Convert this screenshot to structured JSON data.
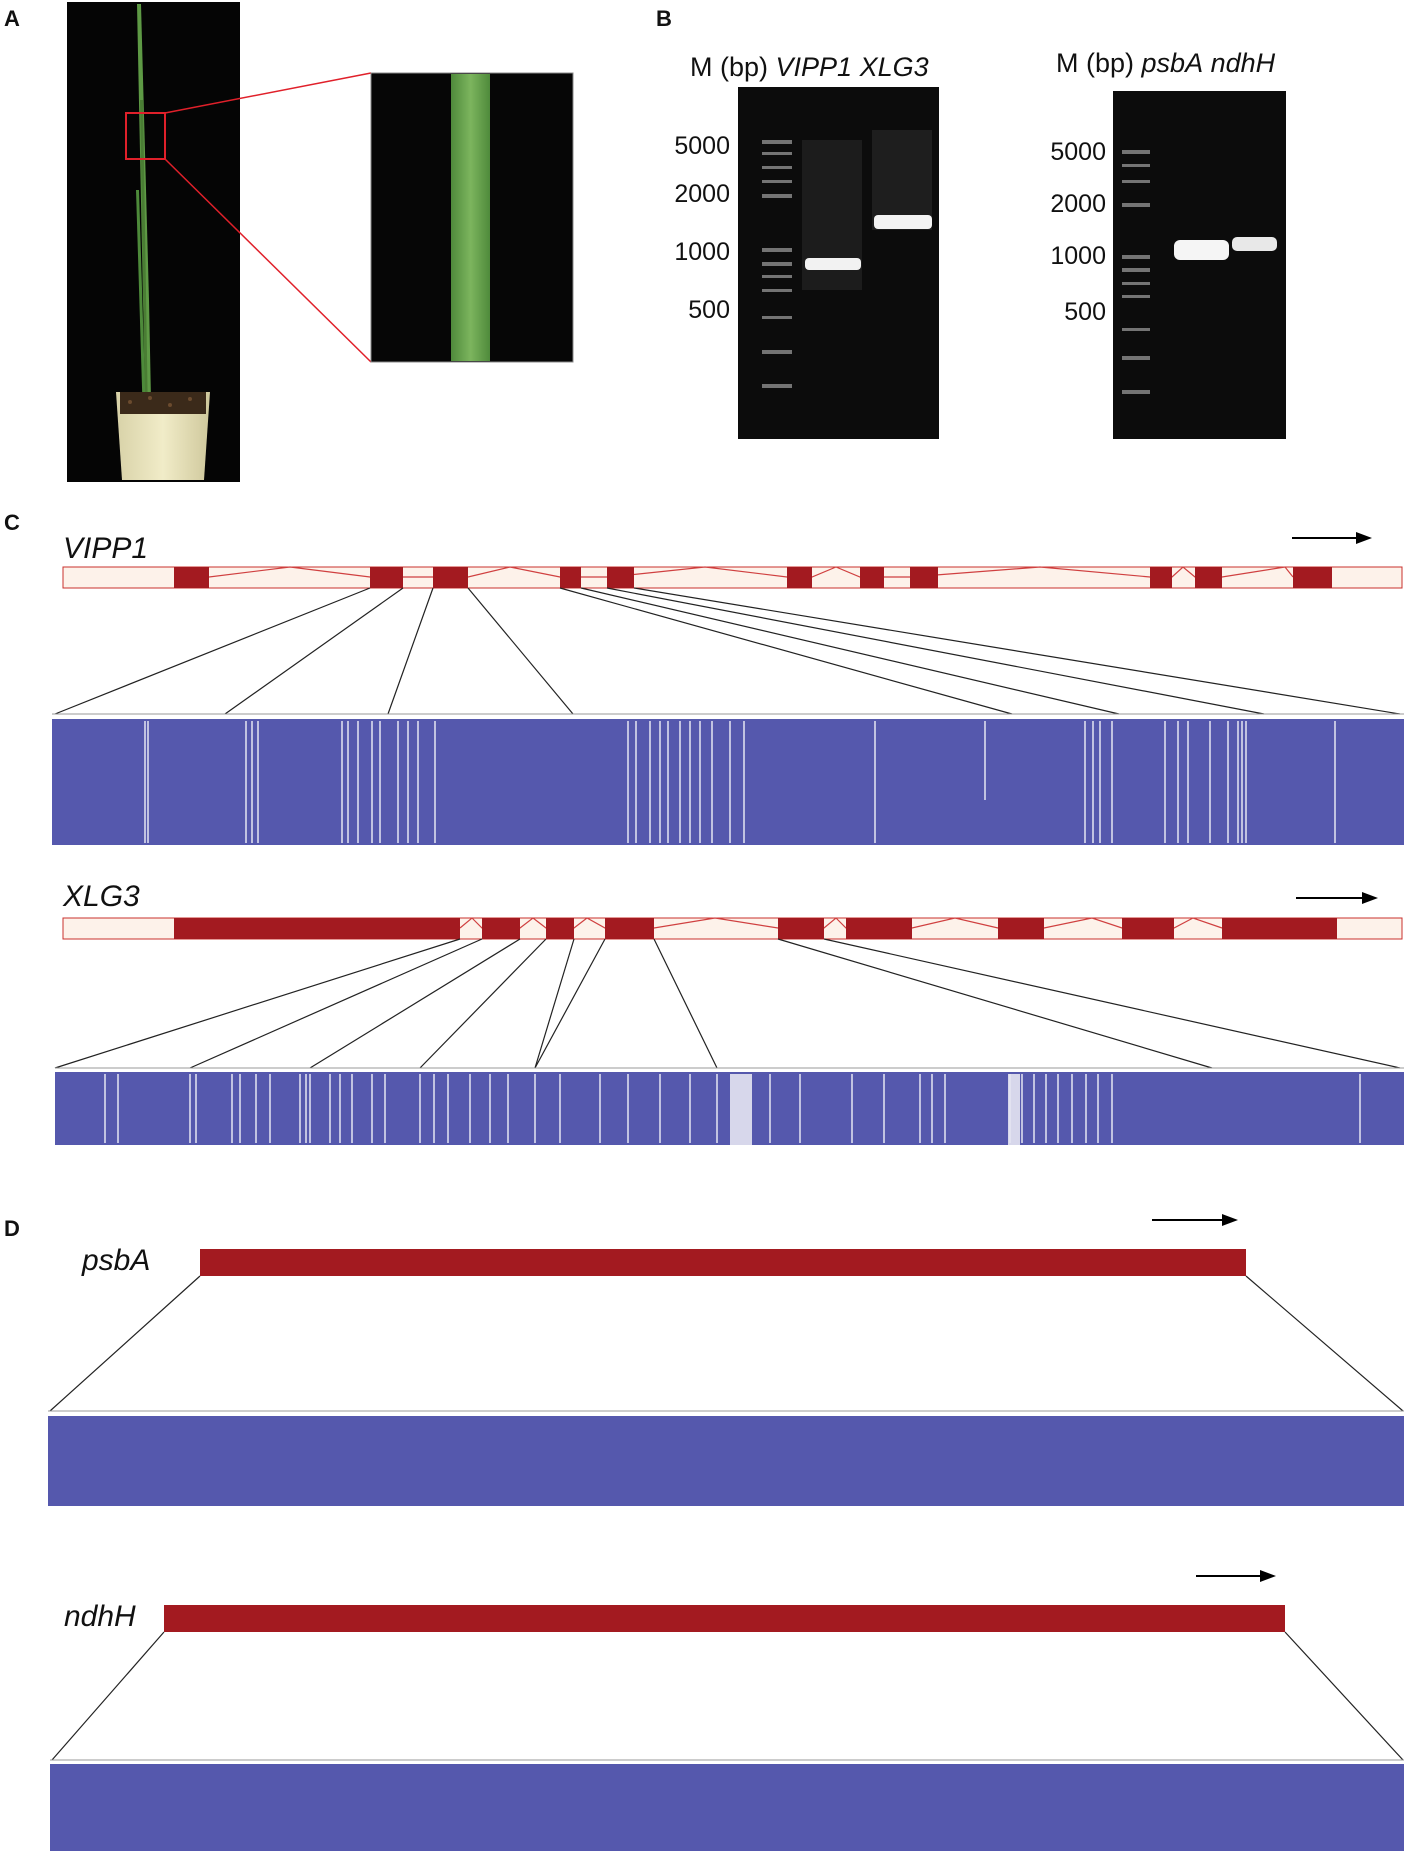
{
  "panels": {
    "a": "A",
    "b": "B",
    "c": "C",
    "d": "D"
  },
  "gel1": {
    "header_m": "M (bp)",
    "lane1": "VIPP1",
    "lane2": "XLG3",
    "ladder": [
      "5000",
      "2000",
      "1000",
      "500"
    ]
  },
  "gel2": {
    "header_m": "M (bp)",
    "lane1": "psbA",
    "lane2": "ndhH",
    "ladder": [
      "5000",
      "2000",
      "1000",
      "500"
    ]
  },
  "genes": {
    "vipp1": "VIPP1",
    "xlg3": "XLG3",
    "psba": "psbA",
    "ndhh": "ndhH"
  },
  "colors": {
    "exon": "#a31a20",
    "alignment": "#5558ad",
    "utr_fill": "#fdf2ea",
    "gel_bg": "#0c0c0c",
    "leaf": "#6aa84f"
  }
}
